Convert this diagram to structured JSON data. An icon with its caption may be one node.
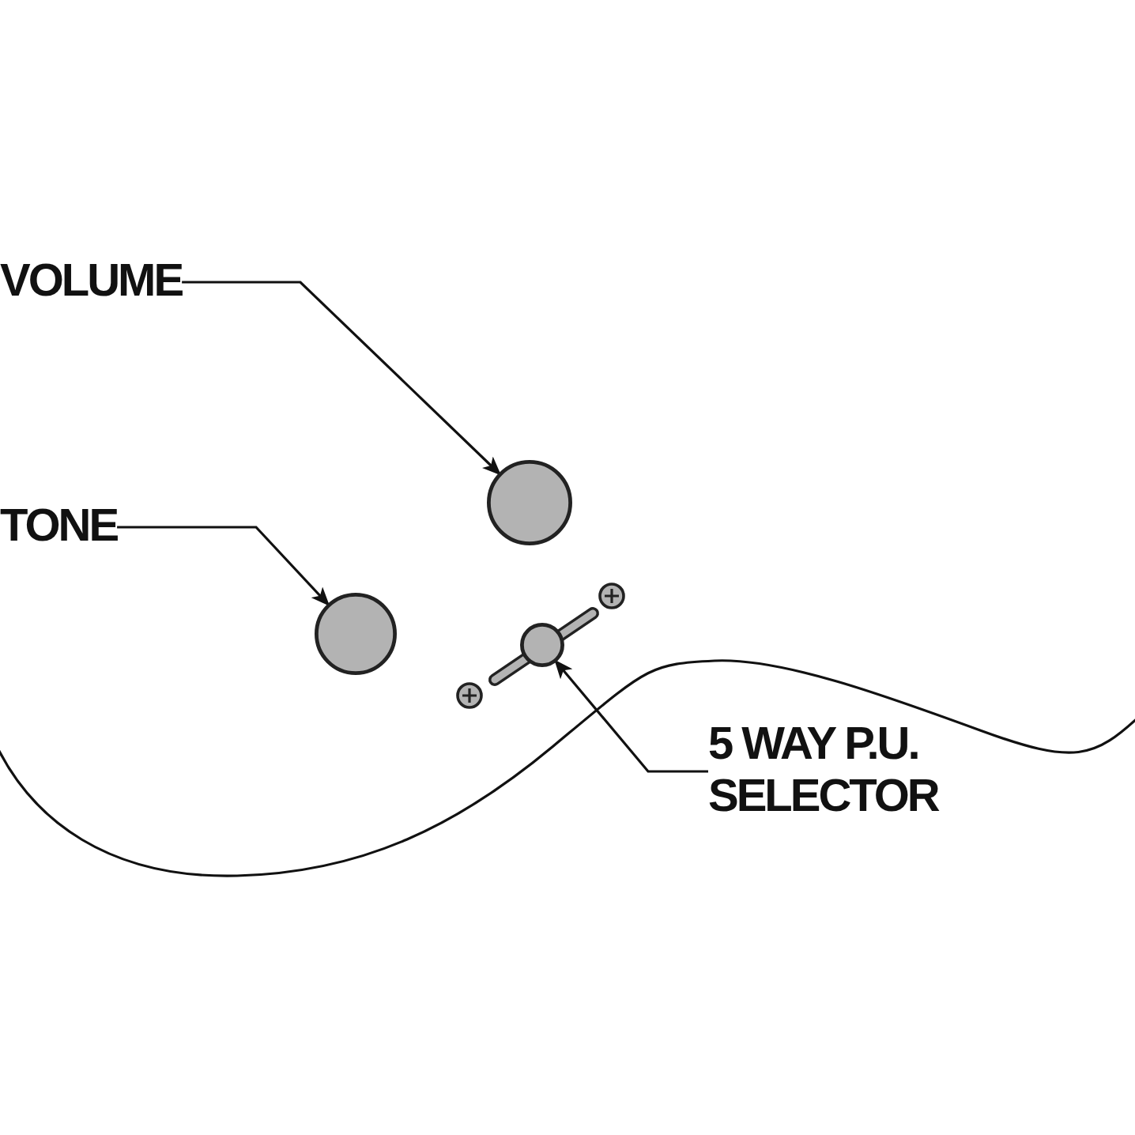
{
  "diagram": {
    "nodes": [
      {
        "text": [
          "VOLUME"
        ]
      },
      {
        "text": [],
        "shape": "circle"
      },
      {
        "text": [
          "TONE"
        ]
      },
      {
        "text": [],
        "shape": "circle"
      },
      {
        "text": [],
        "shape": "circle"
      },
      {
        "text": [
          "5 WAY P.U. SELECTOR"
        ]
      }
    ],
    "edges": [
      {
        "from": 0,
        "to": 1,
        "arrow": "to"
      },
      {
        "from": 2,
        "to": 3,
        "arrow": "to"
      },
      {
        "from": 5,
        "to": 4,
        "arrow": "to"
      }
    ]
  }
}
